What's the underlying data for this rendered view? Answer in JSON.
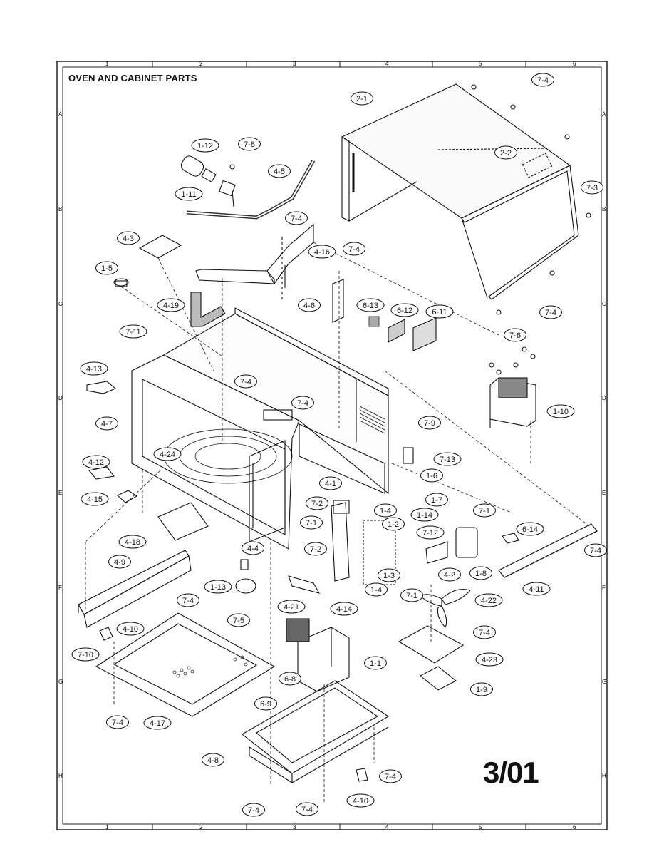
{
  "title": "OVEN AND CABINET PARTS",
  "date_code": "3/01",
  "grid": {
    "columns": [
      "1",
      "2",
      "3",
      "4",
      "5",
      "6"
    ],
    "rows": [
      "A",
      "B",
      "C",
      "D",
      "E",
      "F",
      "G",
      "H"
    ]
  },
  "callouts": [
    {
      "id": "c-2-1",
      "label": "2-1"
    },
    {
      "id": "c-7-4-top",
      "label": "7-4"
    },
    {
      "id": "c-2-2",
      "label": "2-2"
    },
    {
      "id": "c-7-3",
      "label": "7-3"
    },
    {
      "id": "c-7-4-cab",
      "label": "7-4"
    },
    {
      "id": "c-1-12",
      "label": "1-12"
    },
    {
      "id": "c-7-8",
      "label": "7-8"
    },
    {
      "id": "c-4-5",
      "label": "4-5"
    },
    {
      "id": "c-1-11",
      "label": "1-11"
    },
    {
      "id": "c-7-4-b",
      "label": "7-4"
    },
    {
      "id": "c-4-3",
      "label": "4-3"
    },
    {
      "id": "c-4-16",
      "label": "4-16"
    },
    {
      "id": "c-7-4-c",
      "label": "7-4"
    },
    {
      "id": "c-1-5",
      "label": "1-5"
    },
    {
      "id": "c-4-19",
      "label": "4-19"
    },
    {
      "id": "c-4-6",
      "label": "4-6"
    },
    {
      "id": "c-6-13",
      "label": "6-13"
    },
    {
      "id": "c-6-12",
      "label": "6-12"
    },
    {
      "id": "c-6-11",
      "label": "6-11"
    },
    {
      "id": "c-7-11",
      "label": "7-11"
    },
    {
      "id": "c-7-6",
      "label": "7-6"
    },
    {
      "id": "c-4-13",
      "label": "4-13"
    },
    {
      "id": "c-7-4-d",
      "label": "7-4"
    },
    {
      "id": "c-7-4-e",
      "label": "7-4"
    },
    {
      "id": "c-1-10",
      "label": "1-10"
    },
    {
      "id": "c-4-7",
      "label": "4-7"
    },
    {
      "id": "c-7-9",
      "label": "7-9"
    },
    {
      "id": "c-4-24",
      "label": "4-24"
    },
    {
      "id": "c-7-13",
      "label": "7-13"
    },
    {
      "id": "c-4-12",
      "label": "4-12"
    },
    {
      "id": "c-1-6",
      "label": "1-6"
    },
    {
      "id": "c-4-1",
      "label": "4-1"
    },
    {
      "id": "c-1-7",
      "label": "1-7"
    },
    {
      "id": "c-4-15",
      "label": "4-15"
    },
    {
      "id": "c-7-2-a",
      "label": "7-2"
    },
    {
      "id": "c-1-4-a",
      "label": "1-4"
    },
    {
      "id": "c-7-1-a",
      "label": "7-1"
    },
    {
      "id": "c-1-14",
      "label": "1-14"
    },
    {
      "id": "c-7-1-b",
      "label": "7-1"
    },
    {
      "id": "c-1-2",
      "label": "1-2"
    },
    {
      "id": "c-4-18",
      "label": "4-18"
    },
    {
      "id": "c-7-12",
      "label": "7-12"
    },
    {
      "id": "c-6-14",
      "label": "6-14"
    },
    {
      "id": "c-4-4",
      "label": "4-4"
    },
    {
      "id": "c-7-2-b",
      "label": "7-2"
    },
    {
      "id": "c-7-4-f",
      "label": "7-4"
    },
    {
      "id": "c-4-9",
      "label": "4-9"
    },
    {
      "id": "c-4-2",
      "label": "4-2"
    },
    {
      "id": "c-1-8",
      "label": "1-8"
    },
    {
      "id": "c-1-3",
      "label": "1-3"
    },
    {
      "id": "c-4-11",
      "label": "4-11"
    },
    {
      "id": "c-7-4-g",
      "label": "7-4"
    },
    {
      "id": "c-1-13",
      "label": "1-13"
    },
    {
      "id": "c-4-14",
      "label": "4-14"
    },
    {
      "id": "c-1-4-b",
      "label": "1-4"
    },
    {
      "id": "c-7-1-c",
      "label": "7-1"
    },
    {
      "id": "c-4-22",
      "label": "4-22"
    },
    {
      "id": "c-4-21",
      "label": "4-21"
    },
    {
      "id": "c-7-5",
      "label": "7-5"
    },
    {
      "id": "c-4-10-a",
      "label": "4-10"
    },
    {
      "id": "c-7-4-h",
      "label": "7-4"
    },
    {
      "id": "c-7-10",
      "label": "7-10"
    },
    {
      "id": "c-4-23",
      "label": "4-23"
    },
    {
      "id": "c-1-1",
      "label": "1-1"
    },
    {
      "id": "c-6-8",
      "label": "6-8"
    },
    {
      "id": "c-1-9",
      "label": "1-9"
    },
    {
      "id": "c-6-9",
      "label": "6-9"
    },
    {
      "id": "c-7-4-i",
      "label": "7-4"
    },
    {
      "id": "c-4-17",
      "label": "4-17"
    },
    {
      "id": "c-4-8",
      "label": "4-8"
    },
    {
      "id": "c-7-4-j",
      "label": "7-4"
    },
    {
      "id": "c-7-4-k",
      "label": "7-4"
    },
    {
      "id": "c-7-4-l",
      "label": "7-4"
    },
    {
      "id": "c-4-10-b",
      "label": "4-10"
    }
  ]
}
